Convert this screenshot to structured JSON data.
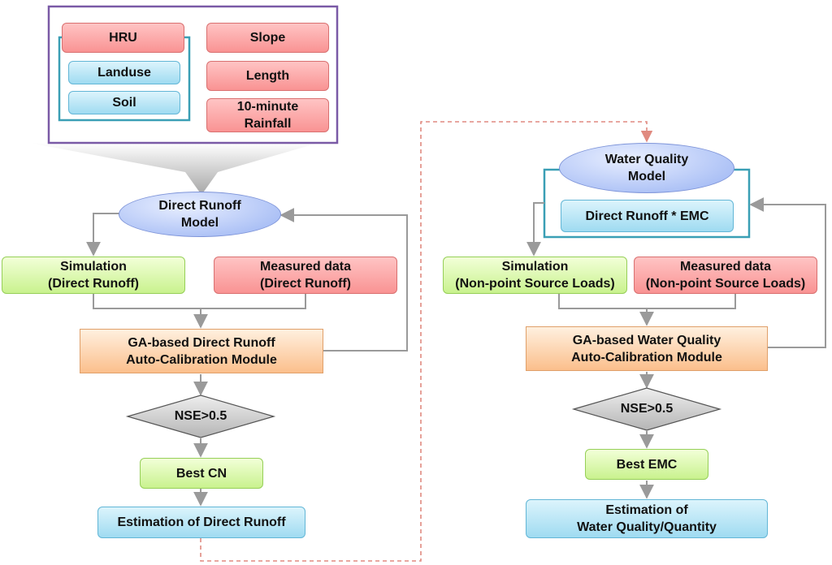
{
  "inputs": {
    "hru": "HRU",
    "landuse": "Landuse",
    "soil": "Soil",
    "slope": "Slope",
    "length": "Length",
    "rainfall": "10-minute\nRainfall"
  },
  "left_flow": {
    "model": "Direct Runoff\nModel",
    "simulation": "Simulation\n(Direct Runoff)",
    "measured": "Measured data\n(Direct Runoff)",
    "ga_module": "GA-based Direct Runoff\nAuto-Calibration Module",
    "nse": "NSE>0.5",
    "best": "Best CN",
    "estimation": "Estimation of Direct Runoff"
  },
  "right_flow": {
    "model": "Water Quality\nModel",
    "formula": "Direct Runoff * EMC",
    "simulation": "Simulation\n(Non-point Source Loads)",
    "measured": "Measured data\n(Non-point Source Loads)",
    "ga_module": "GA-based Water Quality\nAuto-Calibration Module",
    "nse": "NSE>0.5",
    "best": "Best EMC",
    "estimation": "Estimation of\nWater Quality/Quantity"
  },
  "colors": {
    "input_frame": "#7a5aa6",
    "group_frame": "#3a9fb5",
    "connector": "#9a9a9a",
    "dashed_link": "#e08a80"
  }
}
